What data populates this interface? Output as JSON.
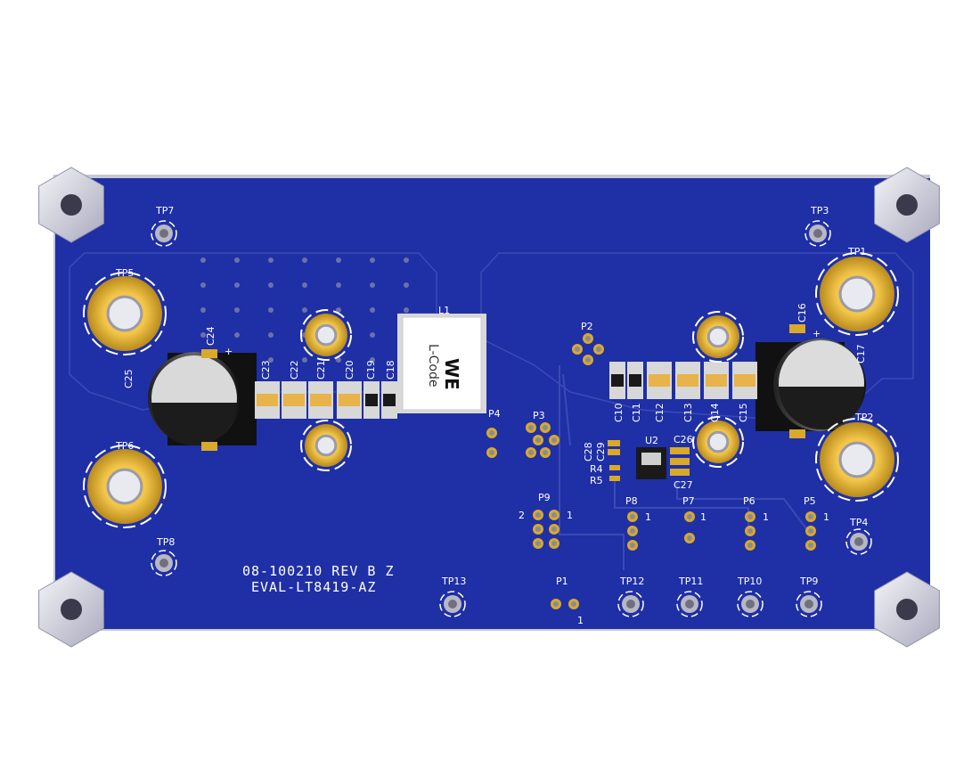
{
  "board": {
    "part_number": "08-100210 REV B Z",
    "product": "EVAL-LT8419-AZ",
    "inductor_marking": "L-Code",
    "inductor_logo": "WE",
    "board_color": "#1f2fa6",
    "pad_color": "#d9a92a"
  },
  "labels": {
    "tp1": "TP1",
    "tp2": "TP2",
    "tp3": "TP3",
    "tp4": "TP4",
    "tp5": "TP5",
    "tp6": "TP6",
    "tp7": "TP7",
    "tp8": "TP8",
    "tp9": "TP9",
    "tp10": "TP10",
    "tp11": "TP11",
    "tp12": "TP12",
    "tp13": "TP13",
    "p1": "P1",
    "p2": "P2",
    "p3": "P3",
    "p4": "P4",
    "p5": "P5",
    "p6": "P6",
    "p7": "P7",
    "p8": "P8",
    "p9": "P9",
    "l1": "L1",
    "u2": "U2",
    "r4": "R4",
    "r5": "R5",
    "c10": "C10",
    "c11": "C11",
    "c12": "C12",
    "c13": "C13",
    "c14": "C14",
    "c15": "C15",
    "c16": "C16",
    "c17": "C17",
    "c18": "C18",
    "c19": "C19",
    "c20": "C20",
    "c21": "C21",
    "c22": "C22",
    "c23": "C23",
    "c24": "C24",
    "c25": "C25",
    "c26": "C26",
    "c27": "C27",
    "c28": "C28",
    "c29": "C29",
    "plus": "+",
    "pin1": "1",
    "pin2": "2"
  }
}
